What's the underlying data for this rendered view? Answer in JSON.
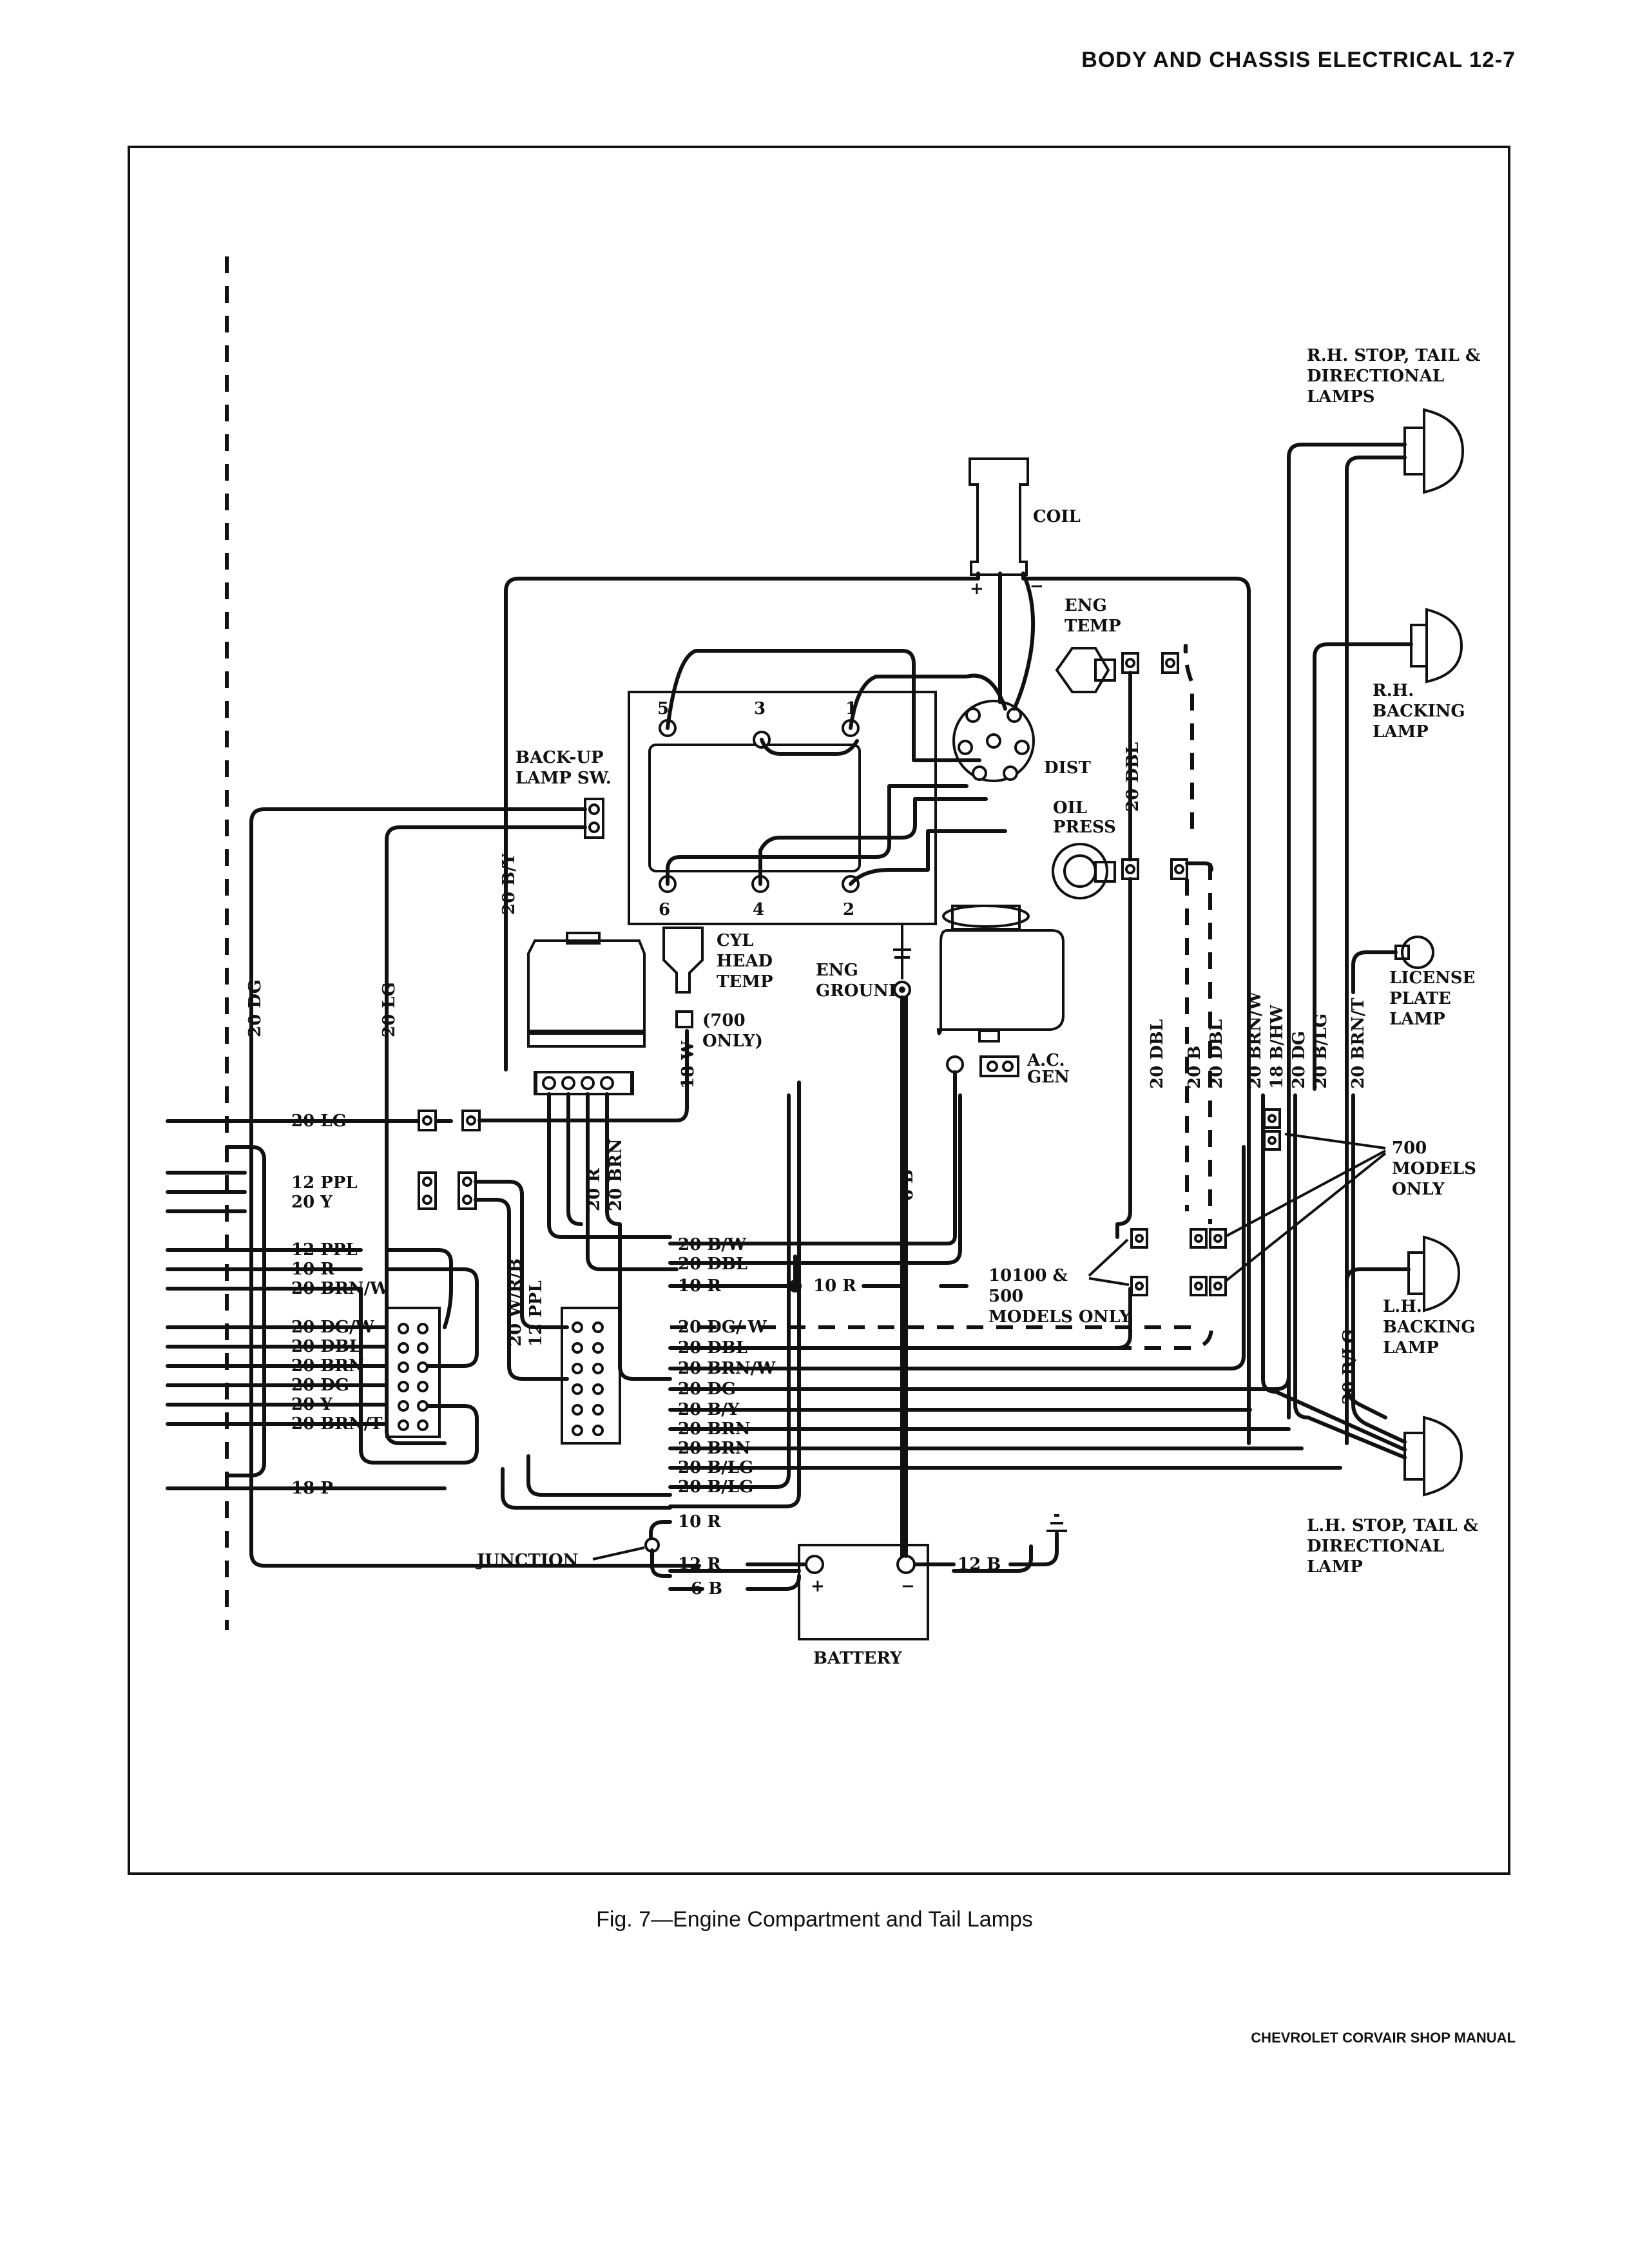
{
  "header": "BODY AND CHASSIS ELECTRICAL 12-7",
  "caption": "Fig. 7—Engine Compartment and Tail Lamps",
  "footer": "CHEVROLET CORVAIR SHOP MANUAL",
  "components": {
    "rh_stop": [
      "R.H. STOP, TAIL &",
      "DIRECTIONAL",
      "LAMPS"
    ],
    "coil": "COIL",
    "coil_plus": "+",
    "coil_minus": "−",
    "eng_temp": [
      "ENG",
      "TEMP"
    ],
    "rh_backing": [
      "R.H.",
      "BACKING",
      "LAMP"
    ],
    "dist": "DIST",
    "oil_press": [
      "OIL",
      "PRESS"
    ],
    "backup_sw": [
      "BACK-UP",
      "LAMP SW."
    ],
    "cyl_head": [
      "CYL",
      "HEAD",
      "TEMP"
    ],
    "eng_ground": [
      "ENG",
      "GROUND"
    ],
    "only700": [
      "(700",
      "ONLY)"
    ],
    "ac_gen": [
      "A.C.",
      "GEN"
    ],
    "license": [
      "LICENSE",
      "PLATE",
      "LAMP"
    ],
    "models700": [
      "700",
      "MODELS",
      "ONLY"
    ],
    "models10100": [
      "10100 &",
      "500",
      "MODELS ONLY"
    ],
    "lh_backing": [
      "L.H.",
      "BACKING",
      "LAMP"
    ],
    "lh_stop": [
      "L.H. STOP, TAIL &",
      "DIRECTIONAL",
      "LAMP"
    ],
    "junction": "JUNCTION",
    "battery": "BATTERY",
    "bat_plus": "+",
    "bat_minus": "−"
  },
  "cyl_numbers": [
    "5",
    "3",
    "1",
    "6",
    "4",
    "2"
  ],
  "wires": {
    "dg_20": "20 DG",
    "lg_20_vert": "20 LG",
    "by_20_vert": "20 B/Y",
    "lg_20": "20 LG",
    "ppl_12": "12 PPL",
    "y_20": "20 Y",
    "ppl_12b": "12 PPL",
    "r_10": "10 R",
    "brnw_20": "20 BRN/W",
    "dgw_20": "20 DG/W",
    "dbl_20": "20 DBL",
    "brn_20": "20 BRN",
    "dg_20b": "20 DG",
    "y_20b": "20 Y",
    "brnt_20": "20 BRN/T",
    "p_18": "18 P",
    "w_18": "18 W",
    "r_20": "20 R",
    "brn_20v": "20 BRN",
    "wrb_20": "20 W/R/B",
    "ppl_12v": "12 PPL",
    "b_6v": "6 B",
    "dbl_20v": "20 DBL",
    "dbl_20v2": "20 DBL",
    "b_20v": "20 B",
    "dbl_20v3": "20 DBL",
    "brnw_20v": "20 BRN/W",
    "bhw_18v": "18 B/HW",
    "dg_20v": "20 DG",
    "blg_20v": "20 B/LG",
    "brnt_20v": "20 BRN/T",
    "blg_20v2": "20 B/LG",
    "r_bw": "20 B/W",
    "r_dbl": "20 DBL",
    "r_10r": "10 R",
    "r_10r_b": "10 R",
    "r_dgw": "20 DG/ W",
    "r_dbl2": "20 DBL",
    "r_brnw": "20 BRN/W",
    "r_dg": "20 DG",
    "r_by": "20 B/Y",
    "r_brn": "20 BRN",
    "r_brn2": "20 BRN",
    "r_blg": "20 B/LG",
    "r_blg2": "20 B/LG",
    "r_10r2": "10 R",
    "r_12r": "12 R",
    "r_6b": "6 B",
    "r_12b": "12 B"
  }
}
